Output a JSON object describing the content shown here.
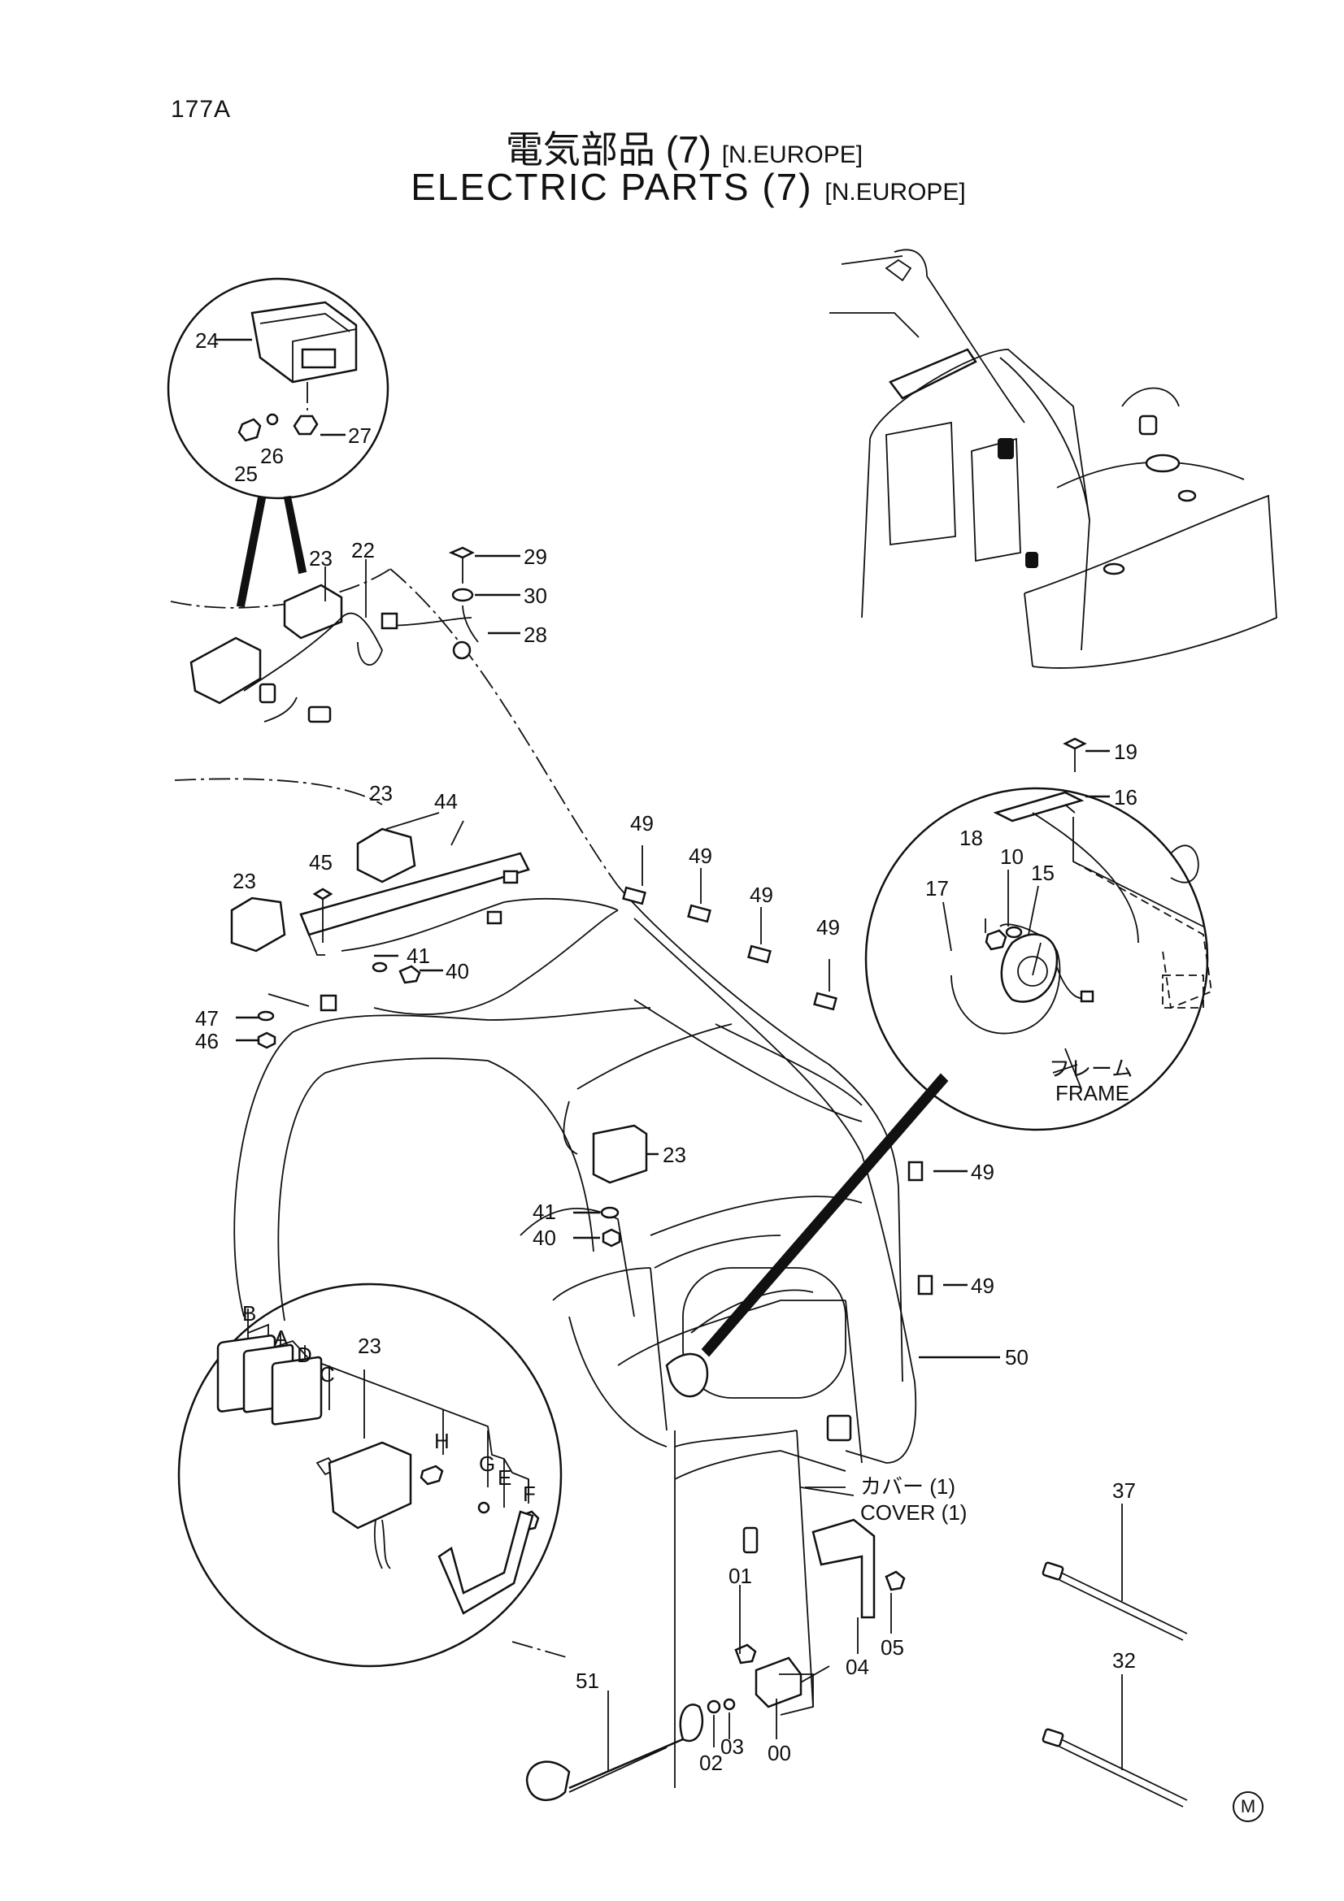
{
  "page_number": "177A",
  "title_jp": {
    "main": "電気部品 (7)",
    "region": "[N.EUROPE]"
  },
  "title_en": {
    "main": "ELECTRIC PARTS (7)",
    "region": "[N.EUROPE]"
  },
  "part_labels": {
    "p24": "24",
    "p25": "25",
    "p26": "26",
    "p27": "27",
    "p23a": "23",
    "p22": "22",
    "p29": "29",
    "p30": "30",
    "p28": "28",
    "p23b": "23",
    "p44": "44",
    "p23c": "23",
    "p45": "45",
    "p41a": "41",
    "p40a": "40",
    "p47": "47",
    "p46": "46",
    "p49a": "49",
    "p49b": "49",
    "p49c": "49",
    "p49d": "49",
    "p49e": "49",
    "p49f": "49",
    "p19": "19",
    "p16": "16",
    "p18": "18",
    "p10": "10",
    "p15": "15",
    "p17": "17",
    "p23d": "23",
    "p41b": "41",
    "p40b": "40",
    "p50": "50",
    "pB": "B",
    "pA": "A",
    "pD": "D",
    "pC": "C",
    "p23e": "23",
    "pH": "H",
    "pG": "G",
    "pE": "E",
    "pF": "F",
    "p51": "51",
    "p01": "01",
    "p02": "02",
    "p03": "03",
    "p00": "00",
    "p04": "04",
    "p05": "05",
    "p37": "37",
    "p32": "32"
  },
  "annotations": {
    "frame_jp": "フレーム",
    "frame_en": "FRAME",
    "cover_jp": "カバー (1)",
    "cover_en": "COVER (1)"
  },
  "footer_mark": "M"
}
